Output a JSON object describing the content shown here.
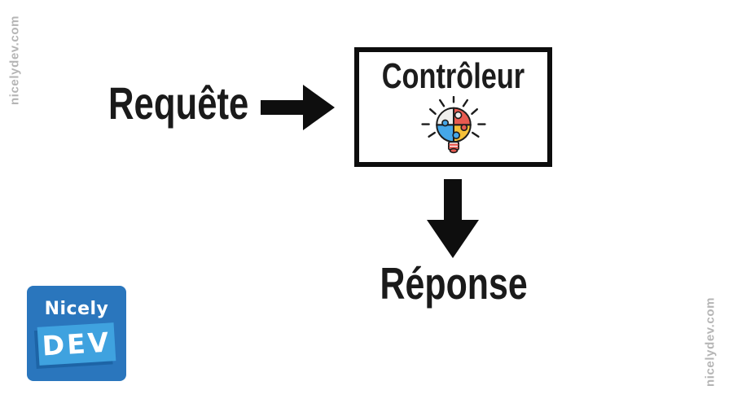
{
  "page": {
    "background": "#ffffff"
  },
  "watermarks": {
    "left": "nicelydev.com",
    "right": "nicelydev.com",
    "color": "#b5b5b5"
  },
  "diagram": {
    "request_label": "Requête",
    "controller_label": "Contrôleur",
    "response_label": "Réponse",
    "arrow_color": "#0e0e0e",
    "text_color": "#1a1a1a",
    "box_border_color": "#0d0d0d",
    "controller_icon": "puzzle-lightbulb-icon"
  },
  "icon_colors": {
    "outline": "#1c1c1c",
    "white_piece": "#efefed",
    "red_piece": "#e85a50",
    "blue_piece": "#45a7e8",
    "yellow_piece": "#f5c038"
  },
  "logo": {
    "brand_top": "Nicely",
    "brand_bottom": "DEV",
    "bg_color": "#2a76bd",
    "banner_color": "#3fa2df",
    "banner_shadow_color": "#1d64a6",
    "text_color": "#ffffff"
  }
}
